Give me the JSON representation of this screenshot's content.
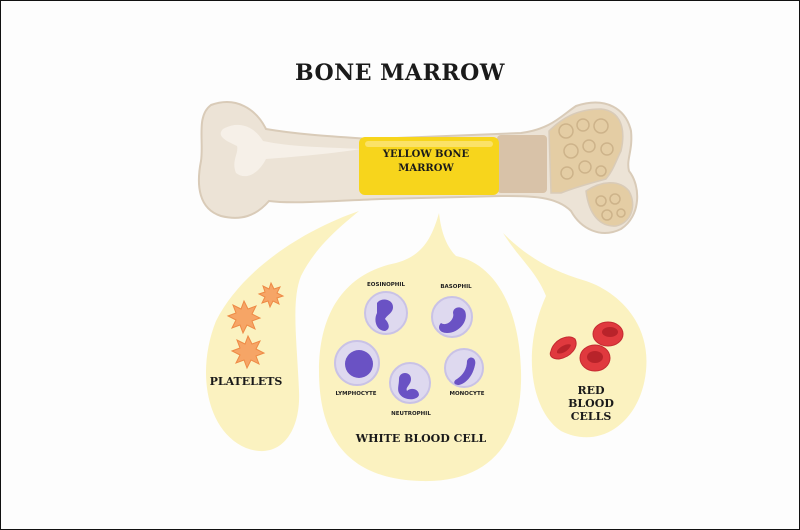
{
  "title": "BONE MARROW",
  "bone": {
    "marrow_label": "YELLOW BONE MARROW",
    "colors": {
      "bone": "#ece3d6",
      "bone_outline": "#d9cbb8",
      "highlight": "#f6f0e8",
      "marrow": "#f7d51c",
      "cavity": "#d8c2a8",
      "spongy": "#e4cda4"
    }
  },
  "bubbles": {
    "color": "#fbf2c0",
    "platelets": {
      "label": "PLATELETS",
      "color": "#f4a060"
    },
    "white_blood_cell": {
      "label": "WHITE BLOOD CELL",
      "cells": [
        {
          "label": "EOSINOPHIL"
        },
        {
          "label": "BASOPHIL"
        },
        {
          "label": "LYMPHOCYTE"
        },
        {
          "label": "NEUTROPHIL"
        },
        {
          "label": "MONOCYTE"
        }
      ],
      "cell_color": "#ded9ef",
      "nucleus_color": "#6a52c4"
    },
    "red_blood_cells": {
      "label": "RED BLOOD CELLS",
      "color": "#e0393e"
    }
  }
}
